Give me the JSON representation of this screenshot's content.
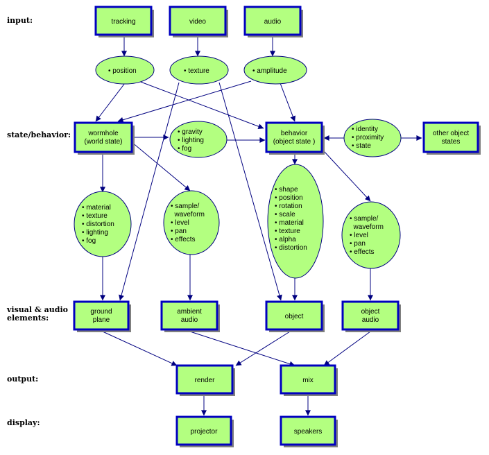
{
  "colors": {
    "fill": "#b3ff80",
    "box_border": "#0000c0",
    "arrow": "#000080",
    "shadow": "#7f7f7f",
    "text": "#000000"
  },
  "row_labels": {
    "input": "input:",
    "state_behavior": "state/behavior:",
    "visual_audio_line1": "visual & audio",
    "visual_audio_line2": "elements:",
    "output": "output:",
    "display": "display:"
  },
  "boxes": {
    "tracking": [
      "tracking"
    ],
    "video": [
      "video"
    ],
    "audio": [
      "audio"
    ],
    "wormhole": [
      "wormhole",
      "(world state)"
    ],
    "behavior": [
      "behavior",
      "(object state )"
    ],
    "other_object_states": [
      "other object",
      "states"
    ],
    "ground_plane": [
      "ground",
      "plane"
    ],
    "ambient_audio": [
      "ambient",
      "audio"
    ],
    "object": [
      "object"
    ],
    "object_audio": [
      "object",
      "audio"
    ],
    "render": [
      "render"
    ],
    "mix": [
      "mix"
    ],
    "projector": [
      "projector"
    ],
    "speakers": [
      "speakers"
    ]
  },
  "ellipses": {
    "position": [
      "• position"
    ],
    "texture": [
      "• texture"
    ],
    "amplitude": [
      "• amplitude"
    ],
    "environment": [
      "• gravity",
      "• lighting",
      "• fog"
    ],
    "identity": [
      "• identity",
      "• proximity",
      "• state"
    ],
    "world_visual": [
      "• material",
      "• texture",
      "• distortion",
      "• lighting",
      "• fog"
    ],
    "world_audio": [
      "• sample/",
      "  waveform",
      "• level",
      "• pan",
      "• effects"
    ],
    "object_visual": [
      "• shape",
      "• position",
      "• rotation",
      "• scale",
      "• material",
      "• texture",
      "• alpha",
      "• distortion"
    ],
    "object_audio_params": [
      "• sample/",
      "  waveform",
      "• level",
      "• pan",
      "• effects"
    ]
  }
}
